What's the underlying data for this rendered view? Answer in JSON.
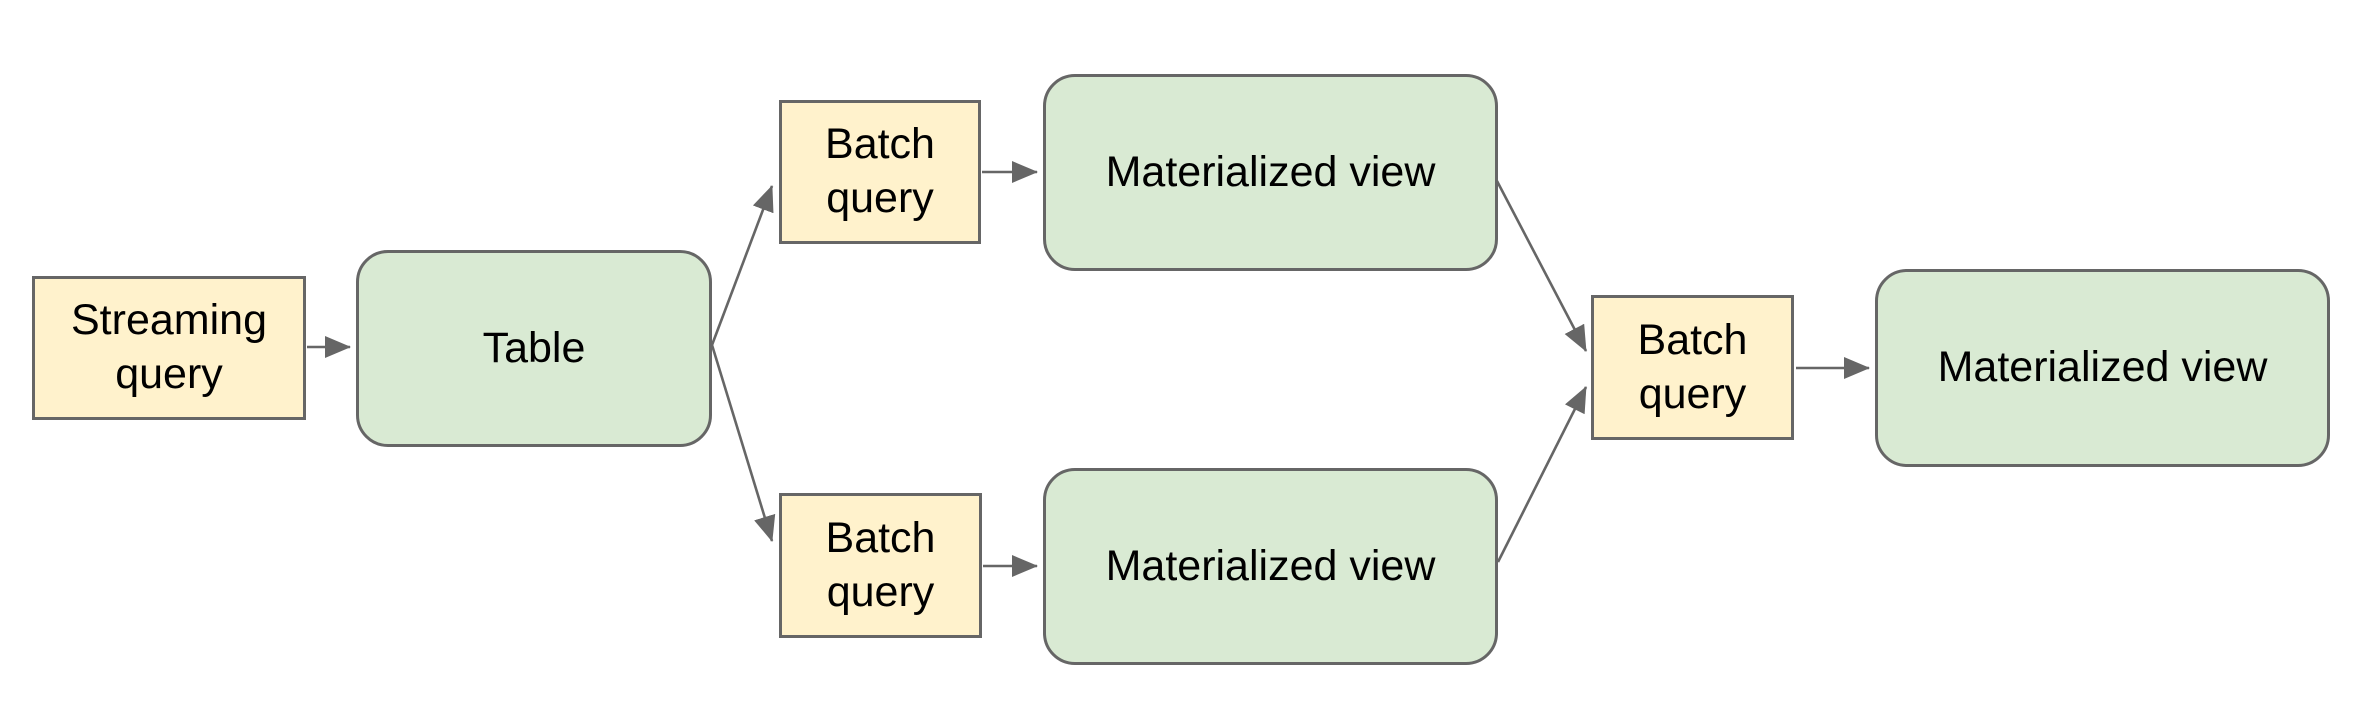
{
  "diagram": {
    "background": "#ffffff",
    "colors": {
      "query_fill": "#fff2cc",
      "view_fill": "#d9ead3",
      "border": "#666666",
      "arrow": "#666666",
      "text": "#000000"
    },
    "nodes": [
      {
        "id": "streaming-query",
        "label": "Streaming query",
        "kind": "query",
        "shape": "rectangle"
      },
      {
        "id": "table",
        "label": "Table",
        "kind": "view",
        "shape": "rounded"
      },
      {
        "id": "batch-query-top",
        "label": "Batch query",
        "kind": "query",
        "shape": "rectangle"
      },
      {
        "id": "materialized-view-top",
        "label": "Materialized view",
        "kind": "view",
        "shape": "rounded"
      },
      {
        "id": "batch-query-bottom",
        "label": "Batch query",
        "kind": "query",
        "shape": "rectangle"
      },
      {
        "id": "materialized-view-bottom",
        "label": "Materialized view",
        "kind": "view",
        "shape": "rounded"
      },
      {
        "id": "batch-query-right",
        "label": "Batch query",
        "kind": "query",
        "shape": "rectangle"
      },
      {
        "id": "materialized-view-right",
        "label": "Materialized view",
        "kind": "view",
        "shape": "rounded"
      }
    ],
    "edges": [
      {
        "from": "streaming-query",
        "to": "table"
      },
      {
        "from": "table",
        "to": "batch-query-top"
      },
      {
        "from": "table",
        "to": "batch-query-bottom"
      },
      {
        "from": "batch-query-top",
        "to": "materialized-view-top"
      },
      {
        "from": "batch-query-bottom",
        "to": "materialized-view-bottom"
      },
      {
        "from": "materialized-view-top",
        "to": "batch-query-right"
      },
      {
        "from": "materialized-view-bottom",
        "to": "batch-query-right"
      },
      {
        "from": "batch-query-right",
        "to": "materialized-view-right"
      }
    ]
  }
}
